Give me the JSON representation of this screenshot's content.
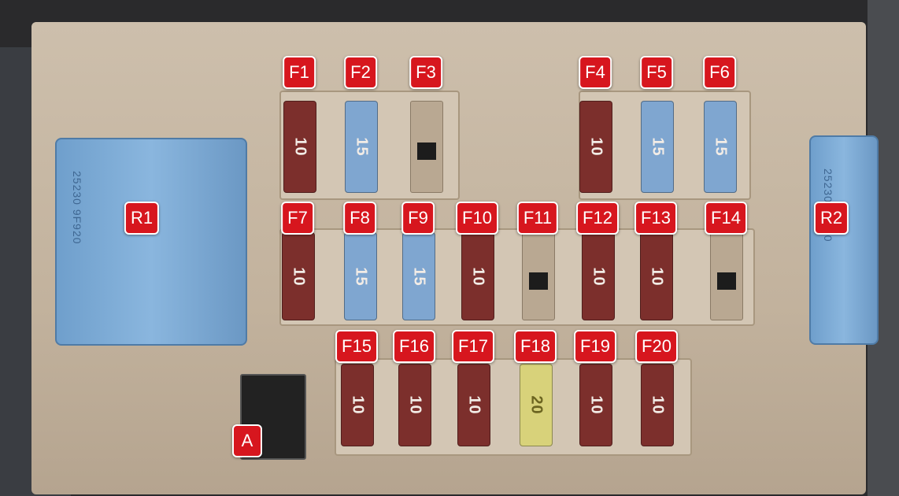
{
  "colors": {
    "label": "#d7161e",
    "fuse_10": "#7c2f2c",
    "fuse_15": "#7fa6d0",
    "fuse_20": "#d8d27a",
    "relay": "#7eaad6"
  },
  "relays": [
    {
      "id": "R1",
      "label": "R1",
      "print": "25230 9F920"
    },
    {
      "id": "R2",
      "label": "R2",
      "print": "25230 9F920"
    }
  ],
  "connector": {
    "label": "A"
  },
  "fuses": [
    {
      "label": "F1",
      "rating": "10"
    },
    {
      "label": "F2",
      "rating": "15"
    },
    {
      "label": "F3",
      "rating": null
    },
    {
      "label": "F4",
      "rating": "10"
    },
    {
      "label": "F5",
      "rating": "15"
    },
    {
      "label": "F6",
      "rating": "15"
    },
    {
      "label": "F7",
      "rating": "10"
    },
    {
      "label": "F8",
      "rating": "15"
    },
    {
      "label": "F9",
      "rating": "15"
    },
    {
      "label": "F10",
      "rating": "10"
    },
    {
      "label": "F11",
      "rating": null
    },
    {
      "label": "F12",
      "rating": "10"
    },
    {
      "label": "F13",
      "rating": "10"
    },
    {
      "label": "F14",
      "rating": null
    },
    {
      "label": "F15",
      "rating": "10"
    },
    {
      "label": "F16",
      "rating": "10"
    },
    {
      "label": "F17",
      "rating": "10"
    },
    {
      "label": "F18",
      "rating": "20"
    },
    {
      "label": "F19",
      "rating": "10"
    },
    {
      "label": "F20",
      "rating": "10"
    }
  ]
}
